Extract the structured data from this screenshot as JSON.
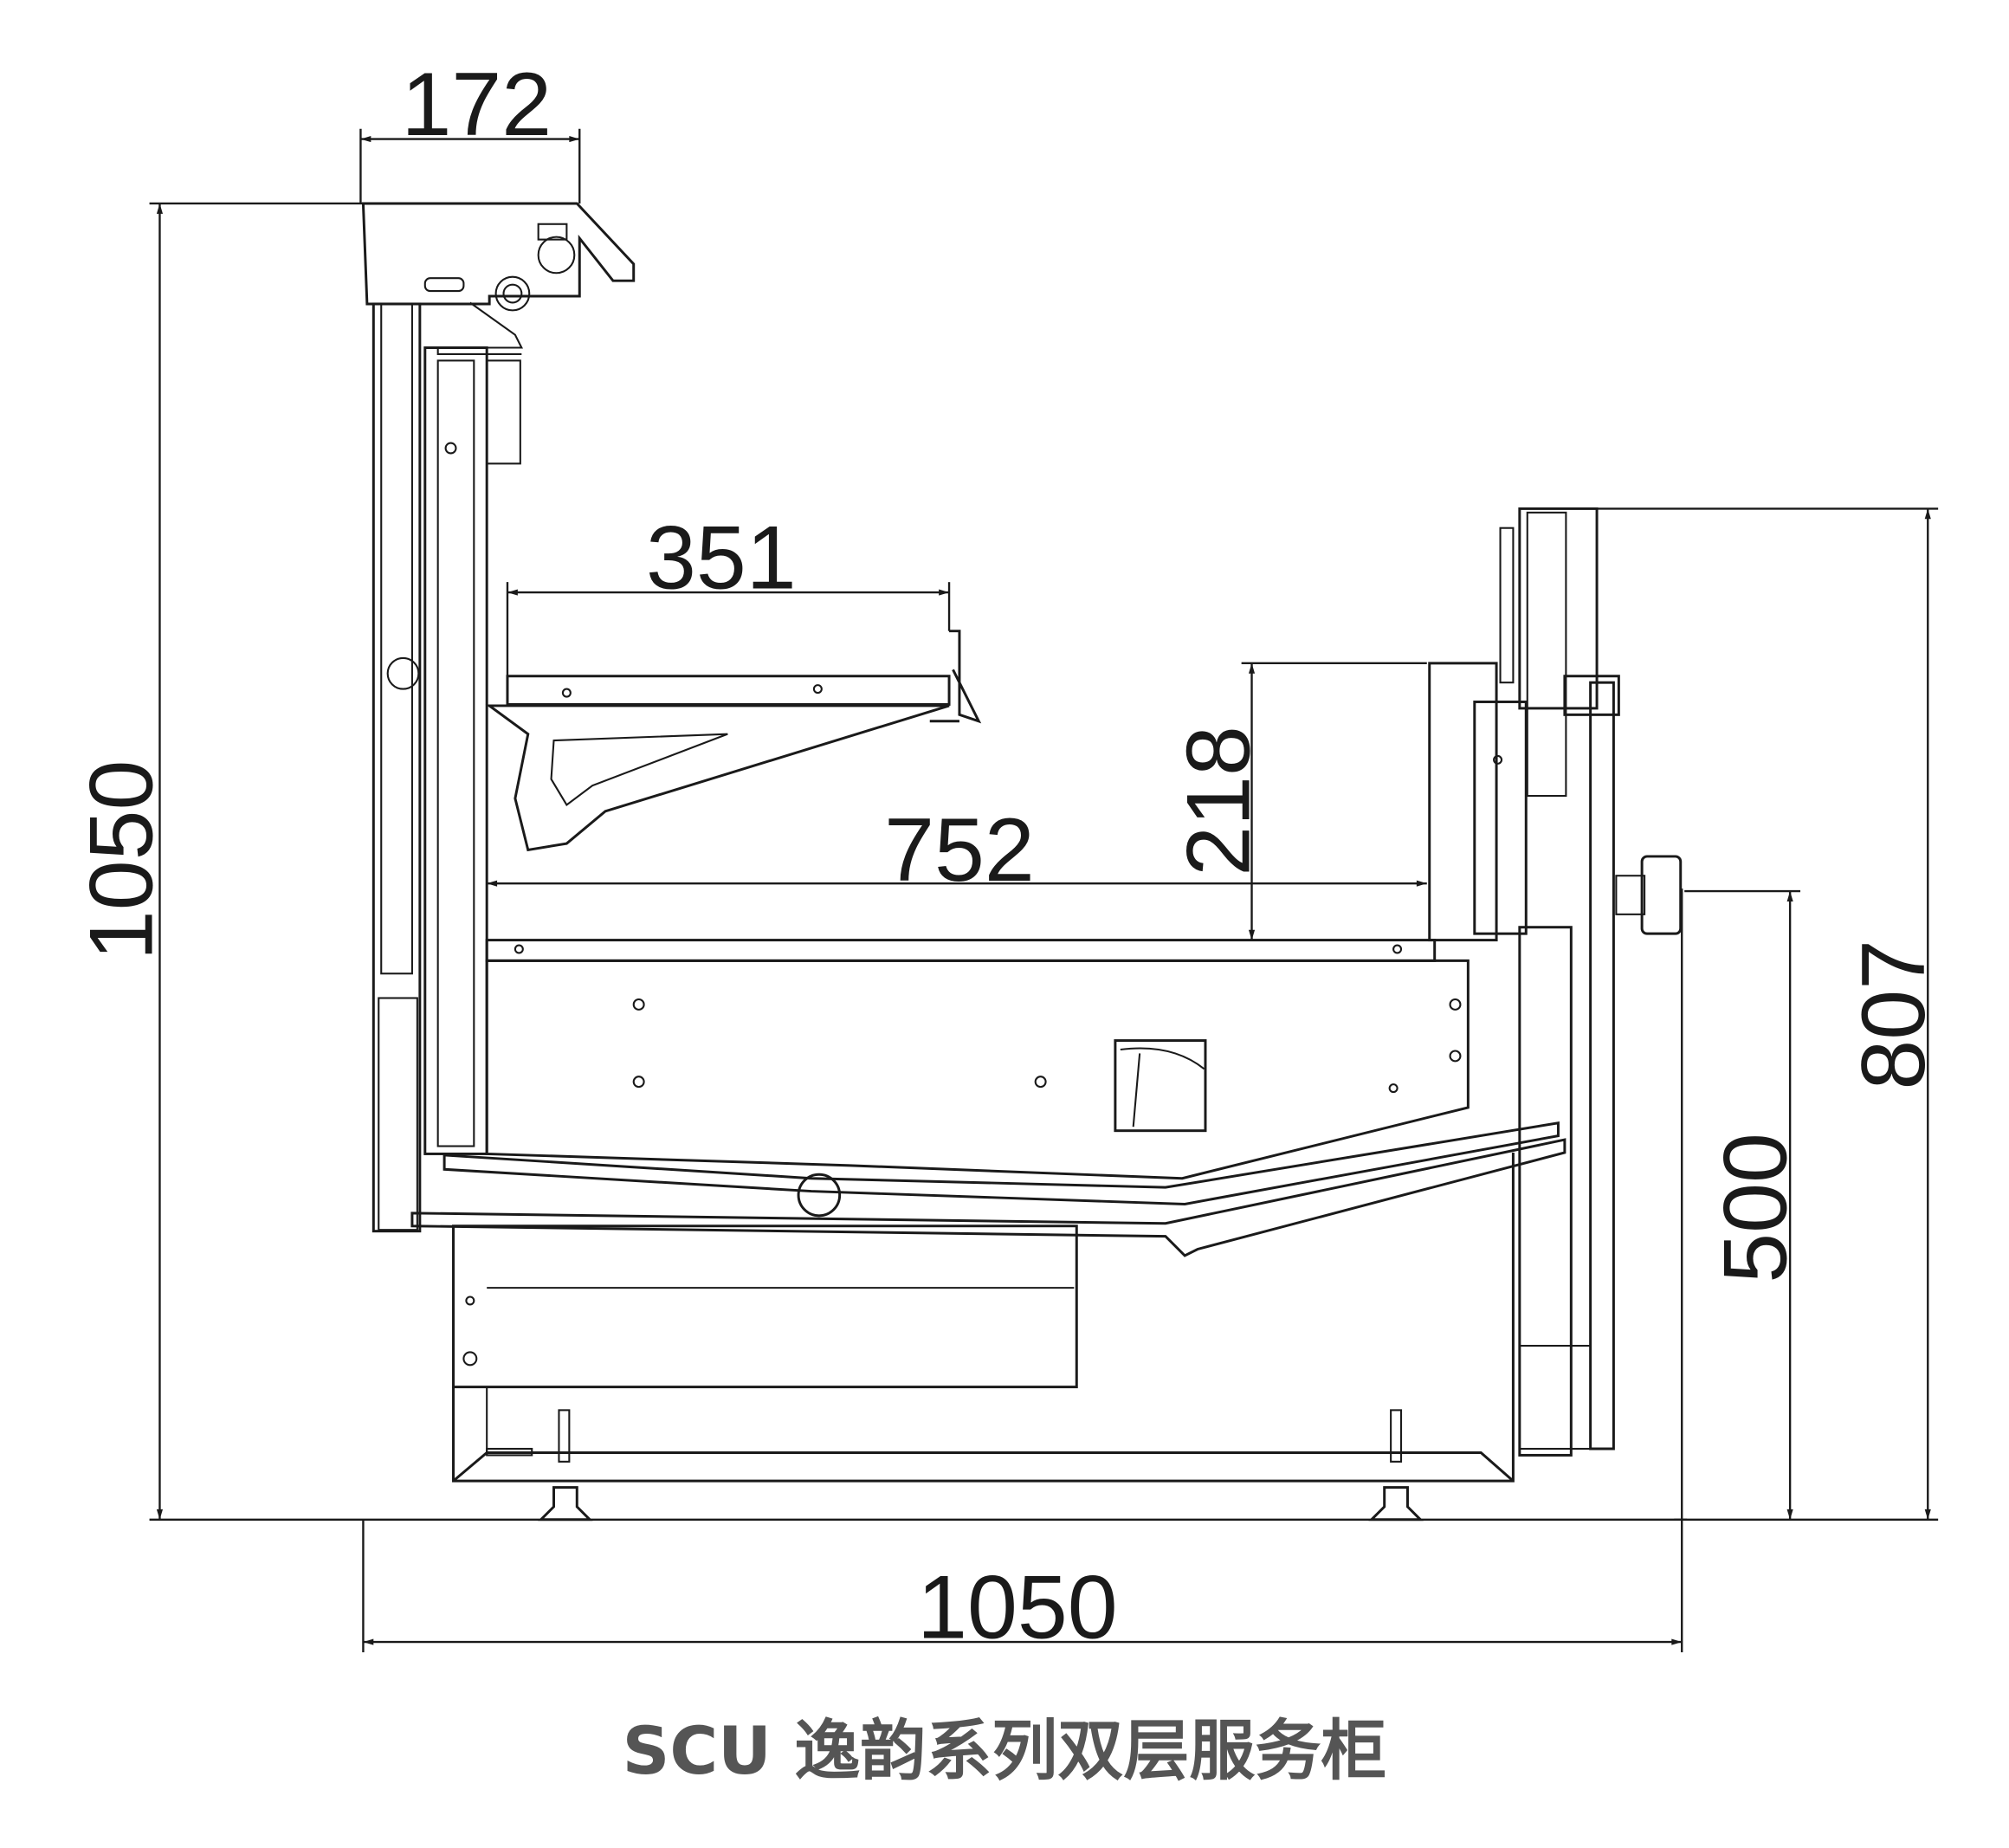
{
  "dimensions": {
    "top_width": "172",
    "total_height": "1050",
    "shelf_depth": "351",
    "deck_depth": "752",
    "glass_height": "218",
    "front_height": "807",
    "counter_height": "500",
    "total_width": "1050"
  },
  "title": "SCU 逸韵系列双层服务柜"
}
